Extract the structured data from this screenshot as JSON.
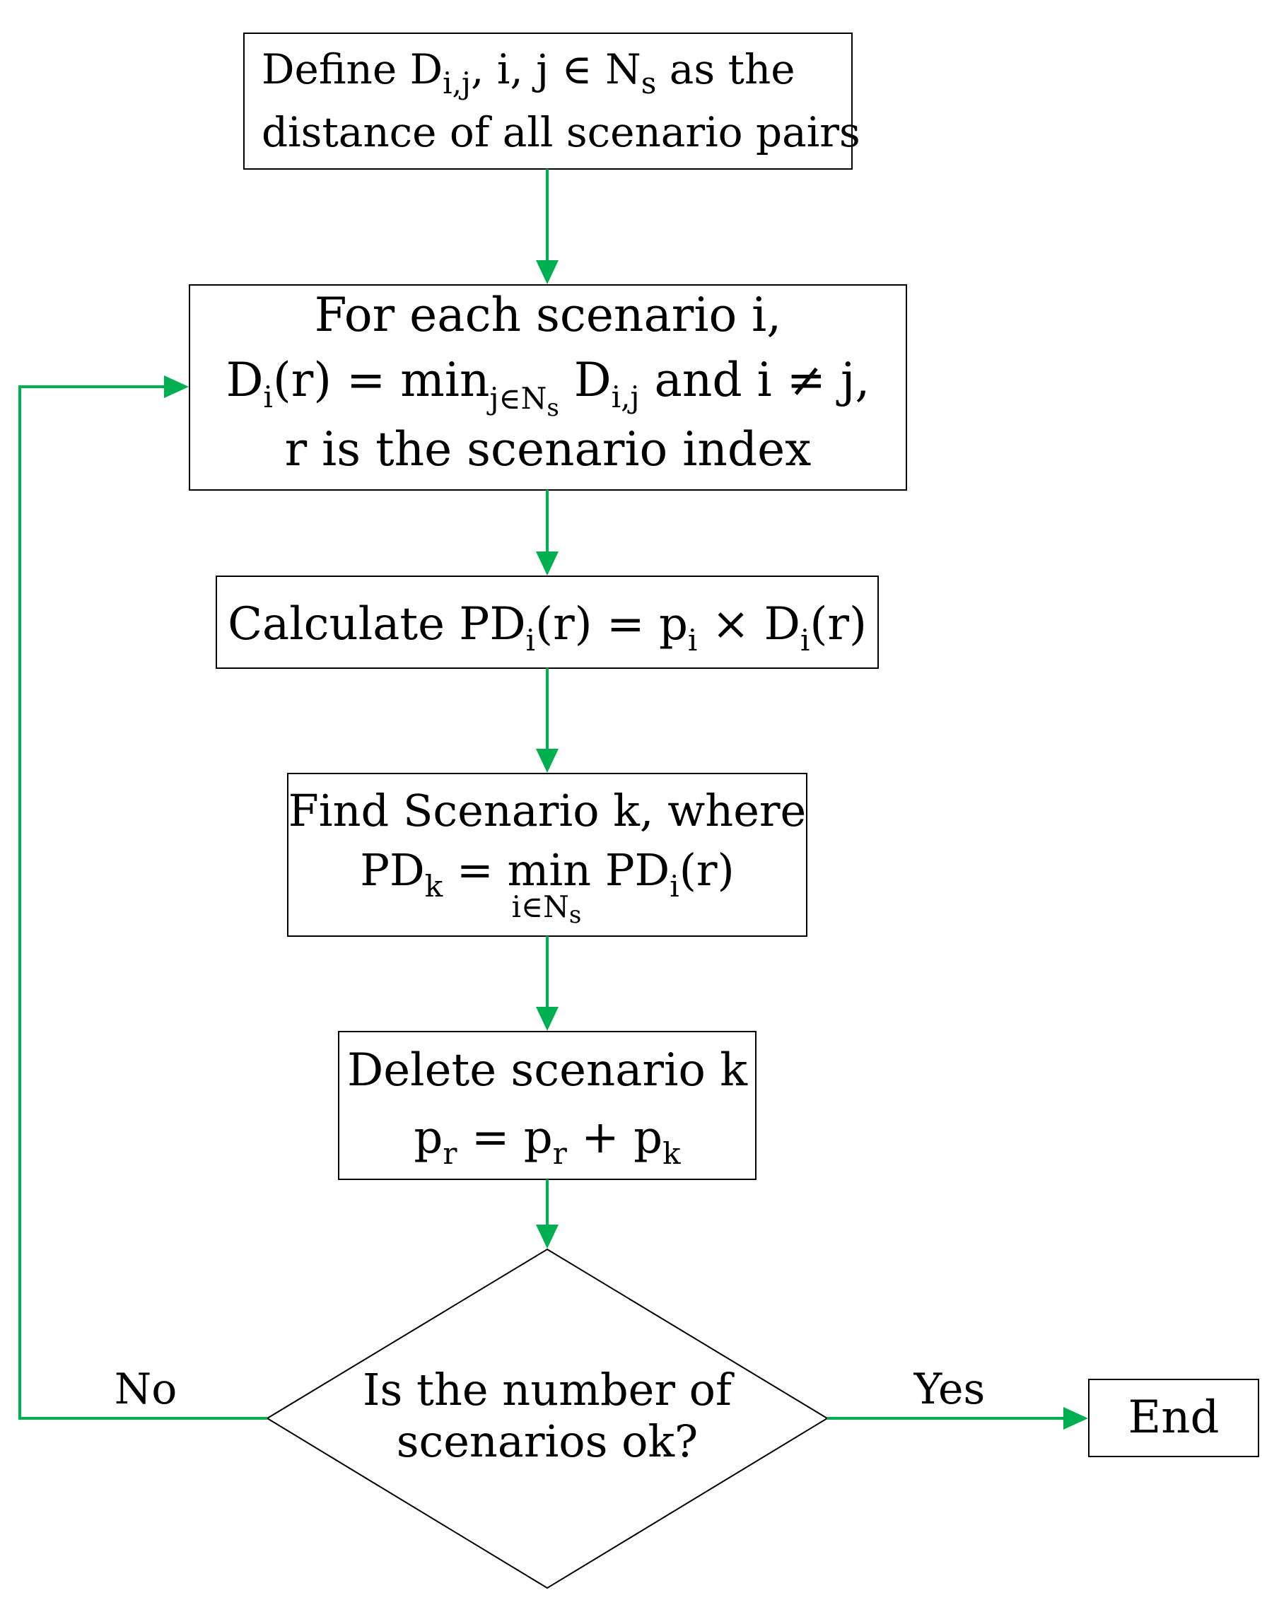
{
  "flowchart": {
    "box1": {
      "line1": "Define D",
      "line1_sub": "i,j",
      "line1_rest": ", i, j ∈ N",
      "line1_sub2": "s",
      "line1_tail": " as the",
      "line2": "distance of all scenario pairs"
    },
    "box2": {
      "line1": "For each scenario i,",
      "line2_a": "D",
      "line2_sub1": "i",
      "line2_b": "(r) = min",
      "line2_sub2": "j∈N",
      "line2_sub3": "s",
      "line2_c": " D",
      "line2_sub4": "i,j",
      "line2_d": " and i ≠ j,",
      "line3": "r is the scenario index"
    },
    "box3": {
      "a": "Calculate PD",
      "sub1": "i",
      "b": "(r) = p",
      "sub2": "i",
      "c": " × D",
      "sub3": "i",
      "d": "(r)"
    },
    "box4": {
      "line1": "Find Scenario k, where",
      "line2_a": "PD",
      "line2_sub1": "k",
      "line2_b": " = ",
      "line2_min": "min",
      "line2_c": " PD",
      "line2_sub2": "i",
      "line2_d": "(r)",
      "under": "i∈N",
      "under_sub": "s"
    },
    "box5": {
      "line1": "Delete scenario k",
      "line2_a": "p",
      "line2_sub1": "r",
      "line2_b": " = p",
      "line2_sub2": "r",
      "line2_c": " + p",
      "line2_sub3": "k"
    },
    "decision": {
      "line1": "Is the number of",
      "line2": "scenarios ok?"
    },
    "end_label": "End",
    "yes_label": "Yes",
    "no_label": "No",
    "connector_color": "#00b050"
  }
}
